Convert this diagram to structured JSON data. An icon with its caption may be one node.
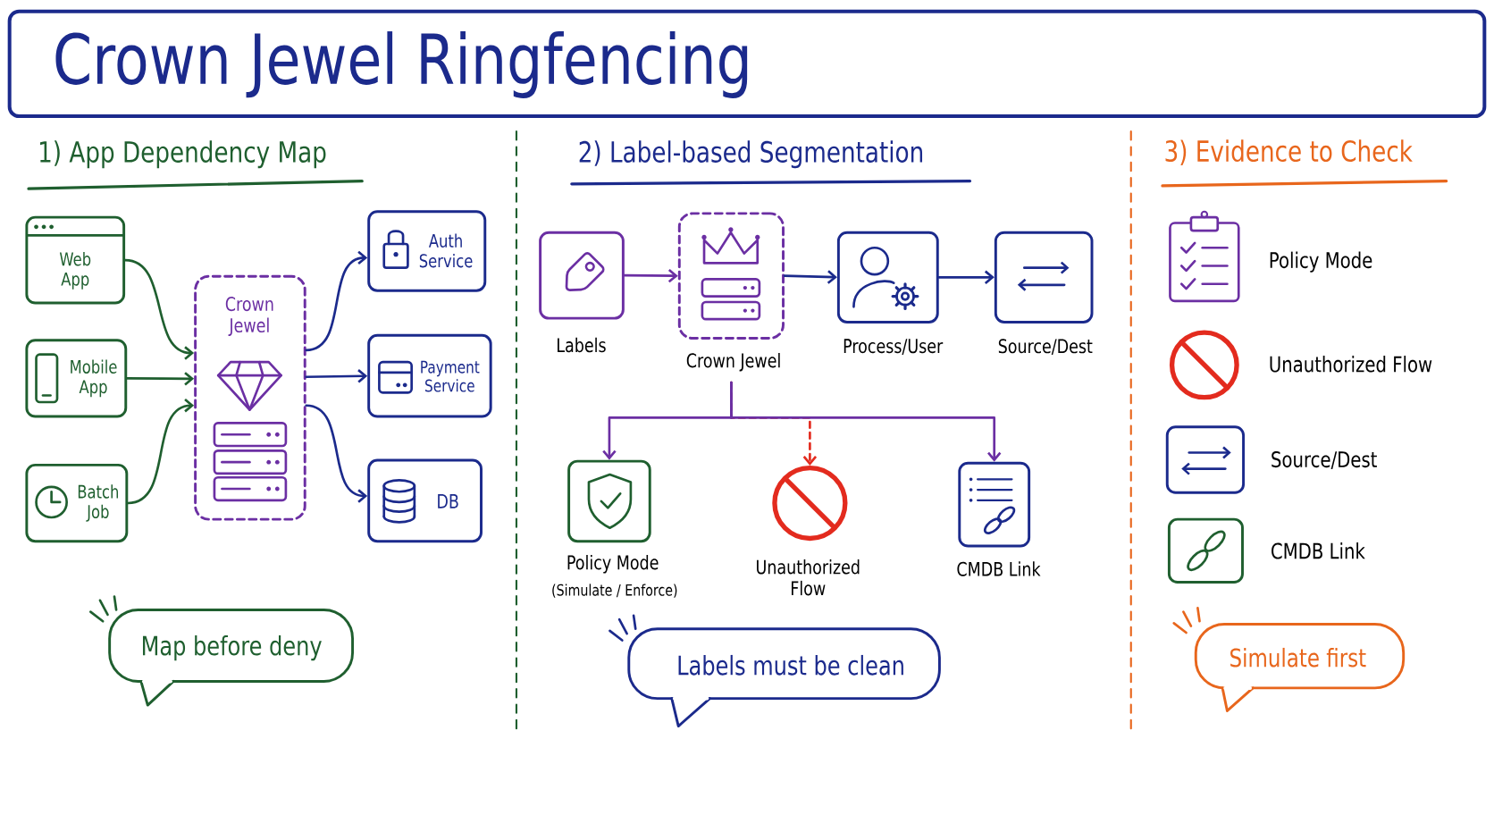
{
  "diagram": {
    "title": "Crown Jewel Ringfencing",
    "nodes": [
      {
        "text": [
          "Web App"
        ]
      },
      {
        "text": [
          "Mobile App"
        ]
      },
      {
        "text": [
          "Batch Job"
        ]
      },
      {
        "text": [
          "Crown Jewel"
        ]
      },
      {
        "text": [
          "Auth Service"
        ]
      },
      {
        "text": [
          "Payment Service"
        ]
      },
      {
        "text": [
          "DB"
        ]
      },
      {
        "text": [
          "Map before deny"
        ]
      },
      {
        "text": [
          "Labels"
        ]
      },
      {
        "text": [
          "Crown Jewel"
        ]
      },
      {
        "text": [
          "Process/User"
        ]
      },
      {
        "text": [
          "Source/Dest"
        ]
      },
      {
        "text": [
          "Policy Mode",
          "(Simulate / Enforce)"
        ]
      },
      {
        "text": [
          "Unauthorized Flow"
        ]
      },
      {
        "text": [
          "CMDB Link"
        ]
      },
      {
        "text": [
          "Labels must be clean"
        ]
      },
      {
        "text": [
          "Simulate first"
        ]
      }
    ],
    "edges": [
      {
        "from": 0,
        "to": 3,
        "arrow": "to",
        "color": "#1f5f2f"
      },
      {
        "from": 1,
        "to": 3,
        "arrow": "to",
        "color": "#1f5f2f"
      },
      {
        "from": 2,
        "to": 3,
        "arrow": "to",
        "color": "#1f5f2f"
      },
      {
        "from": 3,
        "to": 4,
        "arrow": "to"
      },
      {
        "from": 3,
        "to": 5,
        "arrow": "to"
      },
      {
        "from": 3,
        "to": 6,
        "arrow": "to"
      },
      {
        "from": 8,
        "to": 9,
        "arrow": "to",
        "color": "#6b2fa3"
      },
      {
        "from": 9,
        "to": 10,
        "arrow": "to"
      },
      {
        "from": 10,
        "to": 11,
        "arrow": "to"
      },
      {
        "from": 9,
        "to": 12,
        "arrow": "to",
        "color": "#6b2fa3"
      },
      {
        "from": 9,
        "to": 13,
        "arrow": "to",
        "style": "dashed",
        "color": "#e32b1e"
      },
      {
        "from": 9,
        "to": 14,
        "arrow": "to",
        "color": "#6b2fa3"
      }
    ],
    "labels": [
      "1) App Dependency Map",
      "2) Label-based Segmentation",
      "3) Evidence to Check",
      "Policy Mode",
      "Unauthorized Flow",
      "Source/Dest",
      "CMDB Link"
    ]
  }
}
